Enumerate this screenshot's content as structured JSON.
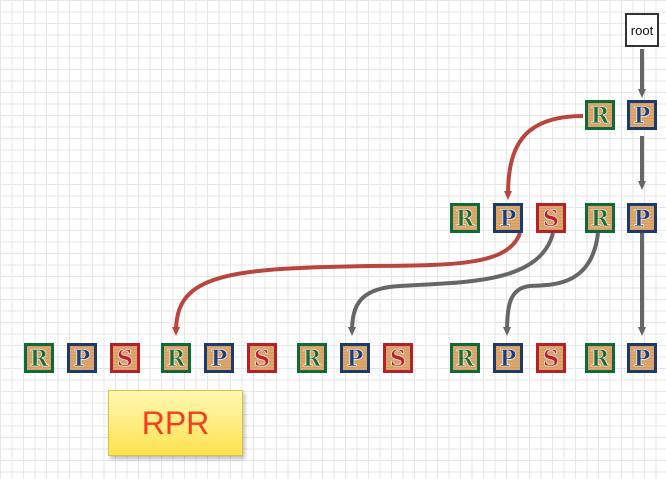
{
  "root": {
    "label": "root"
  },
  "note": {
    "label": "RPR"
  },
  "colors": {
    "R": {
      "frame": "#0f6a3a",
      "letter": "#1e6b34"
    },
    "P": {
      "frame": "#1c3a6b",
      "letter": "#1c3e7a"
    },
    "S": {
      "frame": "#b5202a",
      "letter": "#c01e2a"
    },
    "wood": "#d9a66b",
    "arrow_gray": "#666666",
    "arrow_red": "#b9453f"
  },
  "blocks": {
    "row1": [
      "R",
      "P"
    ],
    "row2": [
      "R",
      "P",
      "S",
      "R",
      "P"
    ],
    "row3": [
      "R",
      "P",
      "S",
      "R",
      "P",
      "S",
      "R",
      "P",
      "S",
      "R",
      "P",
      "S",
      "R",
      "P"
    ]
  }
}
